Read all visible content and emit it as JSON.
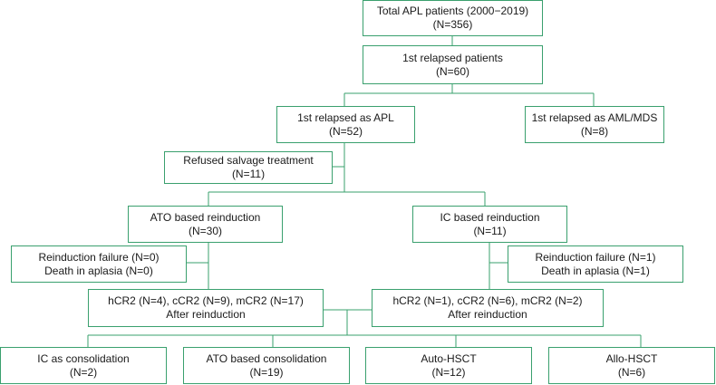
{
  "nodes": {
    "total": {
      "line1": "Total APL patients (2000−2019)",
      "line2": "(N=356)"
    },
    "relapsed": {
      "line1": "1st relapsed patients",
      "line2": "(N=60)"
    },
    "relapsed_apl": {
      "line1": "1st relapsed as APL",
      "line2": "(N=52)"
    },
    "relapsed_aml": {
      "line1": "1st relapsed as AML/MDS",
      "line2": "(N=8)"
    },
    "refused": {
      "line1": "Refused salvage treatment",
      "line2": "(N=11)"
    },
    "ato_reinduction": {
      "line1": "ATO based reinduction",
      "line2": "(N=30)"
    },
    "ic_reinduction": {
      "line1": "IC based reinduction",
      "line2": "(N=11)"
    },
    "ato_failure": {
      "line1": "Reinduction failure (N=0)",
      "line2": "Death in aplasia (N=0)"
    },
    "ic_failure": {
      "line1": "Reinduction failure (N=1)",
      "line2": "Death in aplasia (N=1)"
    },
    "ato_cr2": {
      "line1": "hCR2 (N=4), cCR2 (N=9), mCR2 (N=17)",
      "line2": "After reinduction"
    },
    "ic_cr2": {
      "line1": "hCR2 (N=1), cCR2 (N=6), mCR2 (N=2)",
      "line2": "After reinduction"
    },
    "ic_consolidation": {
      "line1": "IC as consolidation",
      "line2": "(N=2)"
    },
    "ato_consolidation": {
      "line1": "ATO based consolidation",
      "line2": "(N=19)"
    },
    "auto_hsct": {
      "line1": "Auto-HSCT",
      "line2": "(N=12)"
    },
    "allo_hsct": {
      "line1": "Allo-HSCT",
      "line2": "(N=6)"
    }
  },
  "colors": {
    "border": "#3aa06e",
    "text": "#1a1a1a",
    "background": "#ffffff"
  }
}
